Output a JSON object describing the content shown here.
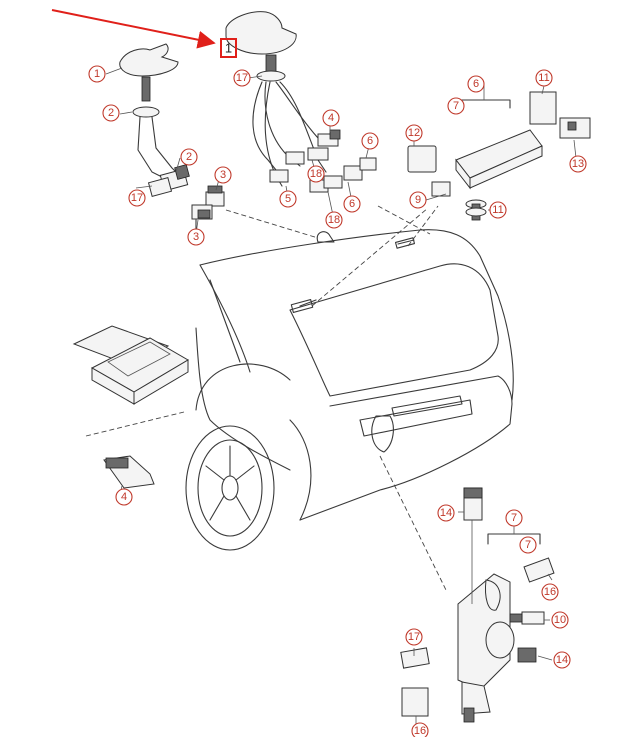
{
  "diagram": {
    "highlight_label": "1",
    "callouts": [
      "1",
      "2",
      "2",
      "3",
      "3",
      "4",
      "4",
      "5",
      "6",
      "6",
      "6",
      "7",
      "7",
      "7",
      "9",
      "11",
      "10",
      "14",
      "11",
      "12",
      "13",
      "14",
      "16",
      "16",
      "17",
      "17",
      "17",
      "18",
      "18"
    ],
    "colors": {
      "callout": "#c0392b",
      "arrow": "#e0201a",
      "line": "#3a3a3a"
    }
  }
}
